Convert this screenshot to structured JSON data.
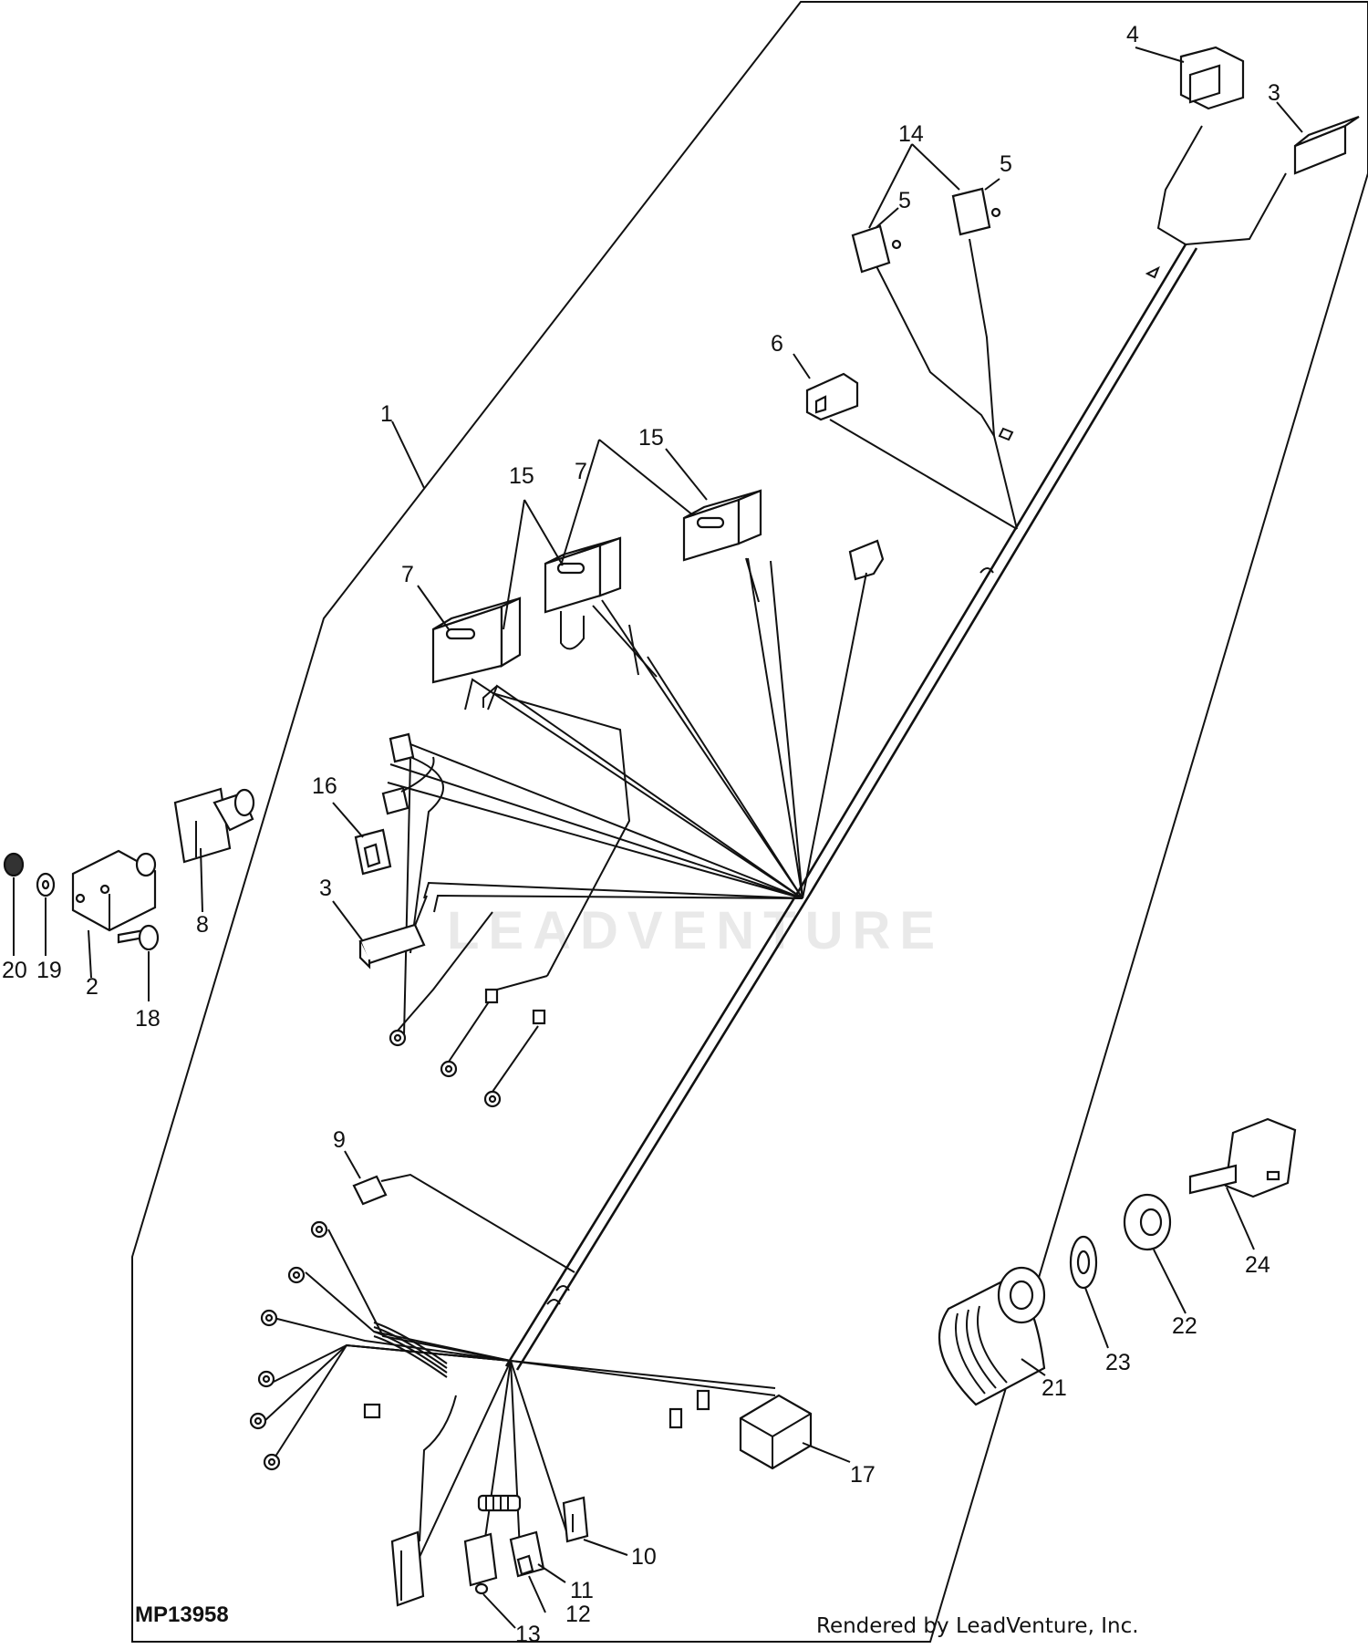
{
  "figure_id": "MP13958",
  "credit": "Rendered by LeadVenture, Inc.",
  "watermark": "LEADVENTURE",
  "callouts": [
    "1",
    "2",
    "3",
    "3",
    "4",
    "5",
    "5",
    "6",
    "7",
    "7",
    "8",
    "9",
    "10",
    "11",
    "12",
    "13",
    "14",
    "15",
    "15",
    "16",
    "17",
    "18",
    "19",
    "20",
    "21",
    "22",
    "23",
    "24"
  ],
  "colors": {
    "ink": "#111111",
    "paper": "#ffffff",
    "watermark": "#e9e9e9"
  }
}
